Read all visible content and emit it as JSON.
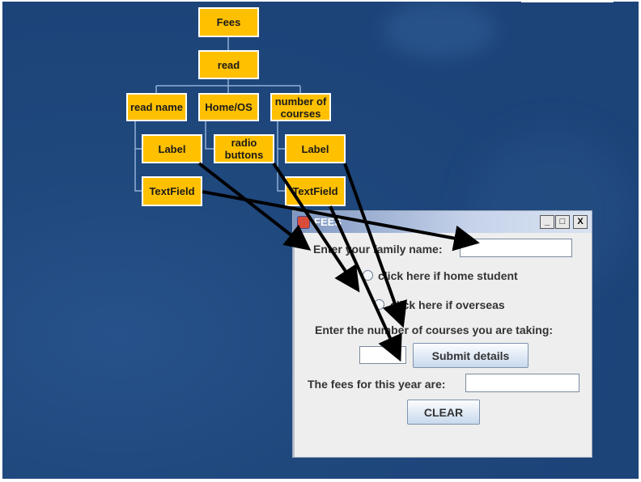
{
  "tree": {
    "root": "Fees",
    "level1": "read",
    "branches": [
      "read name",
      "Home/OS",
      "number of\ncourses"
    ],
    "leaves": {
      "label_left": "Label",
      "radio": "radio\nbuttons",
      "label_right": "Label",
      "textfield_left": "TextField",
      "textfield_right": "TextField"
    }
  },
  "window": {
    "title": "FEES",
    "controls": {
      "minimize": "_",
      "maximize": "□",
      "close": "X"
    },
    "family_label": "Enter your family name:",
    "family_value": "",
    "radio_home": "click here if home student",
    "radio_overseas": "click here if overseas",
    "courses_label": "Enter the number of courses you are taking:",
    "courses_value": "",
    "submit_button": "Submit details",
    "fees_label": "The fees for this year are:",
    "fees_value": "",
    "clear_button": "CLEAR"
  },
  "colors": {
    "box_fill": "#ffc000",
    "background": "#1f477c",
    "arrow": "#000000"
  }
}
